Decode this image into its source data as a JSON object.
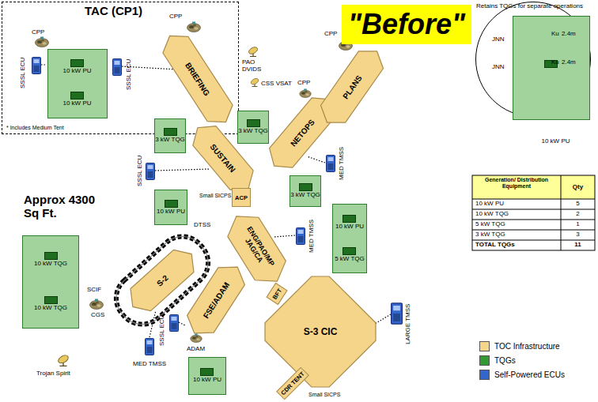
{
  "diagram": {
    "title": "\"Before\"",
    "nodes": [
      {
        "text": [
          "TAC (CP1)"
        ]
      },
      {
        "text": [
          "10 kW PU",
          "10 kW PU"
        ],
        "in": 0
      },
      {
        "text": [
          "BRIEFING"
        ],
        "in": 0
      },
      {
        "text": [
          "Retains TQGs for separate operations"
        ]
      },
      {
        "text": [
          "10 kW PU"
        ],
        "in": 3
      },
      {
        "text": [
          "3 kW TQG"
        ]
      },
      {
        "text": [
          "SUSTAIN"
        ]
      },
      {
        "text": [
          "3 kW TQG"
        ]
      },
      {
        "text": [
          "NETOPS"
        ]
      },
      {
        "text": [
          "PLANS"
        ]
      },
      {
        "text": [
          "ACP"
        ]
      },
      {
        "text": [
          "3 kW TQG"
        ]
      },
      {
        "text": [
          "10 kW PU"
        ]
      },
      {
        "text": [
          "ENG/PAO/MP JAG/CA"
        ]
      },
      {
        "text": [
          "10 kW PU",
          "5 kW TQG"
        ]
      },
      {
        "text": [
          "10 kW TQG",
          "10 kW TQG"
        ]
      },
      {
        "text": [
          "S-2"
        ]
      },
      {
        "text": [
          "FSE/ADAM"
        ]
      },
      {
        "text": [
          "BFT"
        ]
      },
      {
        "text": [
          "S-3 CIC"
        ]
      },
      {
        "text": [
          "10 kW PU"
        ]
      },
      {
        "text": [
          "CDR TENT"
        ]
      }
    ],
    "labels": [
      "CPP",
      "CPP",
      "SSSL ECU",
      "SSSL ECU",
      "* Includes Medium Tent",
      "PAO DVIDS",
      "CSS VSAT",
      "CPP",
      "CPP",
      "SSSL ECU",
      "MED TMSS",
      "Small SICPS",
      "DTSS",
      "MED TMSS",
      "Approx 4300 Sq Ft.",
      "SCIF",
      "CGS",
      "Trojan Spirit",
      "MED TMSS",
      "SSSL ECU",
      "ADAM",
      "LARGE TMSS",
      "Small SICPS",
      "JNN",
      "JNN",
      "Ku",
      "2.4m",
      "Ku",
      "2.4m",
      "Generation/ Distribution Equipment",
      "Qty",
      "10 kW PU",
      "5",
      "10 kW TQG",
      "2",
      "5 kW TQG",
      "1",
      "3 kW TQG",
      "3",
      "TOTAL TQGs",
      "11"
    ],
    "legend": [
      {
        "text": "TOC Infrastructure",
        "color": "#f5d58a"
      },
      {
        "text": "TQGs",
        "color": "#339933"
      },
      {
        "text": "Self-Powered ECUs",
        "color": "#3366cc"
      }
    ]
  }
}
